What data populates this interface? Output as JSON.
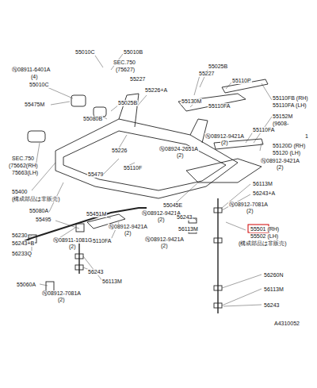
{
  "diagram": {
    "labels": [
      "55010C",
      "55010B",
      "Ⓝ08911-6401A",
      "(4)",
      "55010C",
      "SEC.750",
      "(75627)",
      "55227",
      "55475M",
      "55080B",
      "55025B",
      "55226+A",
      "55025B",
      "55227",
      "55110P",
      "55130M",
      "55110FA",
      "55110FB (RH)",
      "55110FA (LH)",
      "55152M",
      "(9608-",
      "1",
      "55110FA",
      "Ⓝ08912-9421A",
      "(2)",
      "Ⓝ08924-2651A",
      "(2)",
      "55120D (RH)",
      "55120 (LH)",
      "Ⓝ08912-9421A",
      "(2)",
      "55226",
      "55110F",
      "55479",
      "SEC.750",
      "(75662(RH)",
      "75663(LH)",
      "55400",
      "(構成部品は非販売)",
      "55080A",
      "55495",
      "55451M",
      "55110FA",
      "55045E",
      "Ⓝ08912-9421A",
      "(2)",
      "Ⓝ08912-9421A",
      "(2)",
      "Ⓝ08912-9421A",
      "(2)",
      "56113M",
      "56243+A",
      "Ⓝ08912-7081A",
      "(2)",
      "56243",
      "56113M",
      "55501 (RH)",
      "55502 (LH)",
      "(構成部品は非販売)",
      "56260N",
      "56113M",
      "56243",
      "56230",
      "56243+B",
      "56233Q",
      "Ⓝ08911-1081G",
      "(2)",
      "55060A",
      "56243",
      "56113M",
      "Ⓝ08912-7081A",
      "(2)",
      "A4310052"
    ]
  }
}
